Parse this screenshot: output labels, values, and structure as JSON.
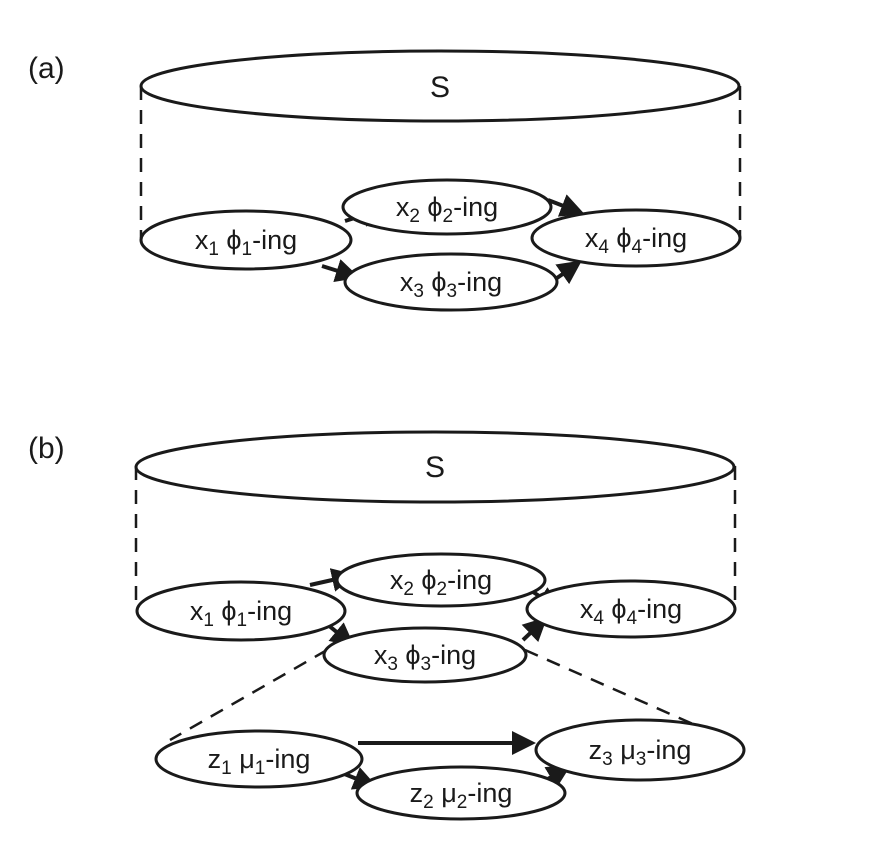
{
  "panel_a": {
    "label": "(a)",
    "system": "S",
    "nodes": [
      {
        "var": "x",
        "idx": "1",
        "sym": "ϕ",
        "sidx": "1",
        "suffix": "-ing"
      },
      {
        "var": "x",
        "idx": "2",
        "sym": "ϕ",
        "sidx": "2",
        "suffix": "-ing"
      },
      {
        "var": "x",
        "idx": "3",
        "sym": "ϕ",
        "sidx": "3",
        "suffix": "-ing"
      },
      {
        "var": "x",
        "idx": "4",
        "sym": "ϕ",
        "sidx": "4",
        "suffix": "-ing"
      }
    ]
  },
  "panel_b": {
    "label": "(b)",
    "system": "S",
    "nodes": [
      {
        "var": "x",
        "idx": "1",
        "sym": "ϕ",
        "sidx": "1",
        "suffix": "-ing"
      },
      {
        "var": "x",
        "idx": "2",
        "sym": "ϕ",
        "sidx": "2",
        "suffix": "-ing"
      },
      {
        "var": "x",
        "idx": "3",
        "sym": "ϕ",
        "sidx": "3",
        "suffix": "-ing"
      },
      {
        "var": "x",
        "idx": "4",
        "sym": "ϕ",
        "sidx": "4",
        "suffix": "-ing"
      }
    ],
    "subnodes": [
      {
        "var": "z",
        "idx": "1",
        "sym": "μ",
        "sidx": "1",
        "suffix": "-ing"
      },
      {
        "var": "z",
        "idx": "2",
        "sym": "μ",
        "sidx": "2",
        "suffix": "-ing"
      },
      {
        "var": "z",
        "idx": "3",
        "sym": "μ",
        "sidx": "3",
        "suffix": "-ing"
      }
    ]
  }
}
